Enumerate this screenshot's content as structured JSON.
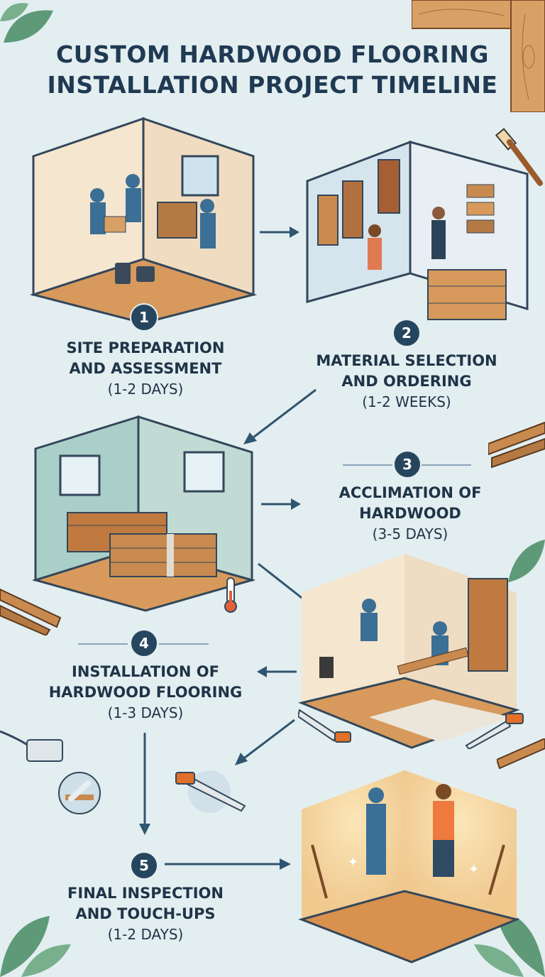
{
  "title": {
    "line1": "CUSTOM HARDWOOD FLOORING",
    "line2": "INSTALLATION PROJECT TIMELINE"
  },
  "steps": [
    {
      "number": "1",
      "line1": "SITE PREPARATION",
      "line2": "AND ASSESSMENT",
      "duration": "(1-2 DAYS)"
    },
    {
      "number": "2",
      "line1": "MATERIAL SELECTION",
      "line2": "AND ORDERING",
      "duration": "(1-2 WEEKS)"
    },
    {
      "number": "3",
      "line1": "ACCLIMATION OF",
      "line2": "HARDWOOD",
      "duration": "(3-5 DAYS)"
    },
    {
      "number": "4",
      "line1": "INSTALLATION OF",
      "line2": "HARDWOOD FLOORING",
      "duration": "(1-3 DAYS)"
    },
    {
      "number": "5",
      "line1": "FINAL INSPECTION",
      "line2": "AND TOUCH-UPS",
      "duration": "(1-2 DAYS)"
    }
  ],
  "colors": {
    "background": "#e3eef1",
    "accent": "#26465f",
    "wood": "#c98a4f",
    "arrow": "#2f5570"
  }
}
